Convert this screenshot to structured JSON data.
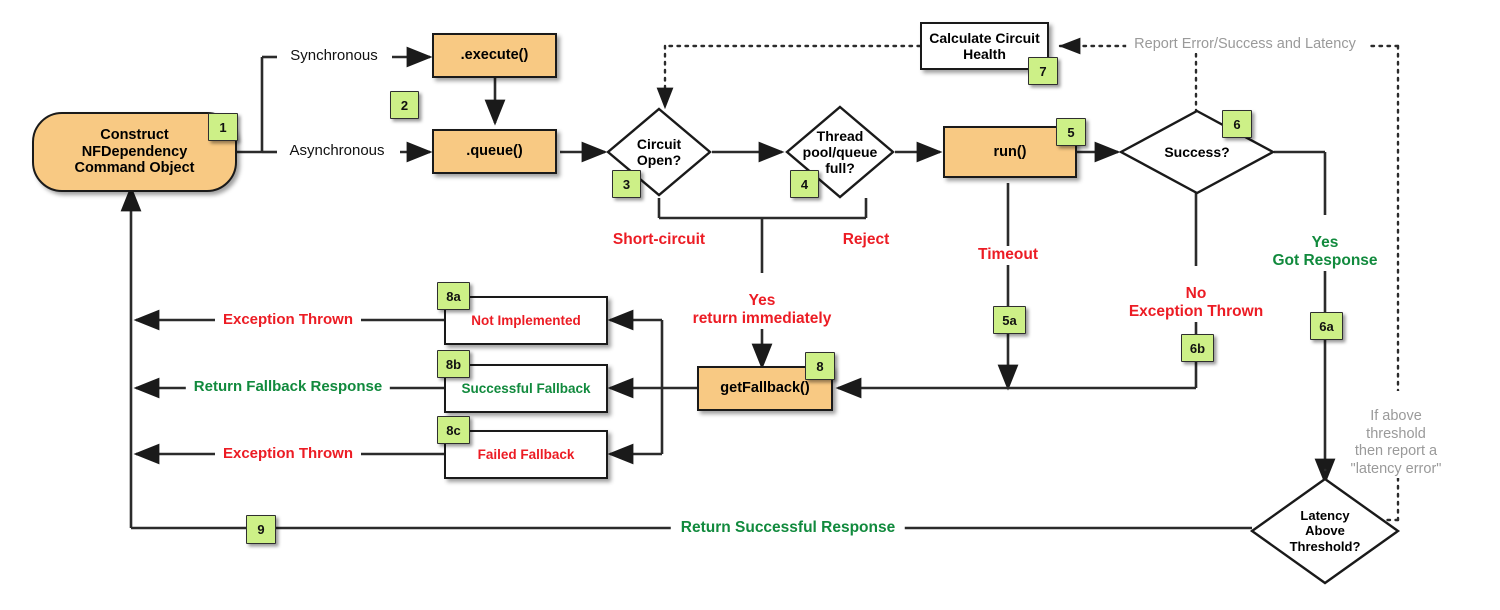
{
  "diagram": {
    "title": "Hystrix NFDependencyCommand flow",
    "colors": {
      "process_fill": "#f8c983",
      "badge_fill": "#cdf087",
      "error_text": "#ec1c24",
      "success_text": "#118a3d",
      "note_text": "#9a9a9a",
      "stroke": "#1a1a1a"
    }
  },
  "nodes": {
    "construct": {
      "label": "Construct\nNFDependency\nCommand Object",
      "badge": "1"
    },
    "execute": {
      "label": ".execute()",
      "badge": ""
    },
    "queue": {
      "label": ".queue()",
      "badge": "2"
    },
    "circuit_open": {
      "label": "Circuit\nOpen?",
      "badge": "3"
    },
    "pool_full": {
      "label": "Thread\npool/queue\nfull?",
      "badge": "4"
    },
    "run": {
      "label": "run()",
      "badge": "5"
    },
    "success": {
      "label": "Success?",
      "badge": "6"
    },
    "circuit_health": {
      "label": "Calculate Circuit\nHealth",
      "badge": "7"
    },
    "get_fallback": {
      "label": "getFallback()",
      "badge": "8"
    },
    "not_implemented": {
      "label": "Not Implemented",
      "badge": "8a"
    },
    "successful_fallback": {
      "label": "Successful Fallback",
      "badge": "8b"
    },
    "failed_fallback": {
      "label": "Failed Fallback",
      "badge": "8c"
    },
    "latency_threshold": {
      "label": "Latency\nAbove\nThreshold?",
      "badge": ""
    }
  },
  "edge_labels": {
    "synchronous": "Synchronous",
    "asynchronous": "Asynchronous",
    "short_circuit": "Short-circuit",
    "reject": "Reject",
    "yes_return_immediately": "Yes\nreturn immediately",
    "timeout": "Timeout",
    "no_exception_thrown": "No\nException Thrown",
    "yes_got_response": "Yes\nGot Response",
    "exception_thrown_a": "Exception Thrown",
    "return_fallback_response": "Return Fallback Response",
    "exception_thrown_c": "Exception Thrown",
    "return_successful_response": "Return Successful Response",
    "report_error_success_latency": "Report Error/Success and Latency",
    "if_above_threshold": "If above threshold\nthen report a\n\"latency error\""
  },
  "badges": {
    "b1": "1",
    "b2": "2",
    "b3": "3",
    "b4": "4",
    "b5": "5",
    "b5a": "5a",
    "b6": "6",
    "b6a": "6a",
    "b6b": "6b",
    "b7": "7",
    "b8": "8",
    "b8a": "8a",
    "b8b": "8b",
    "b8c": "8c",
    "b9": "9"
  }
}
